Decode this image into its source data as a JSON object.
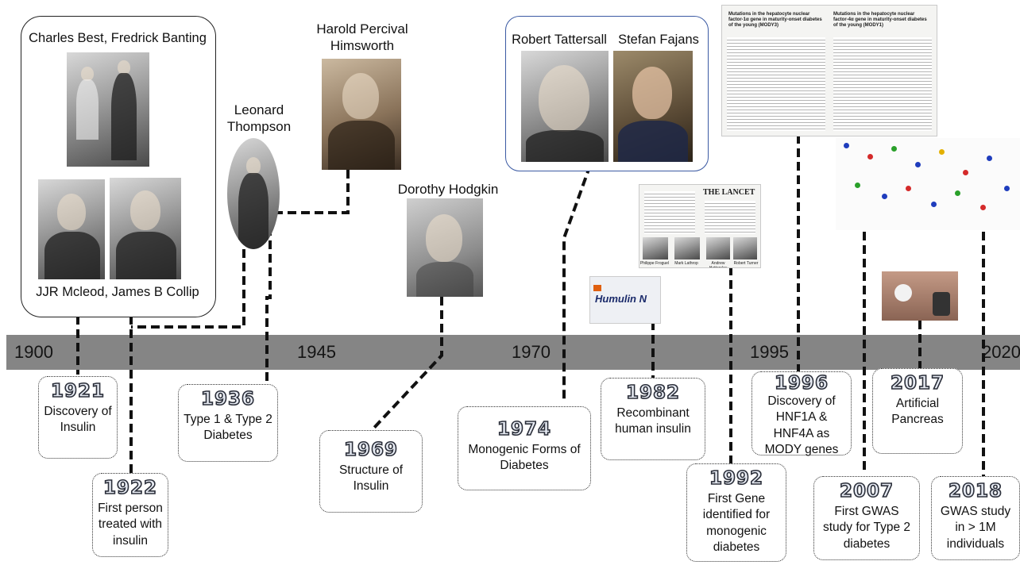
{
  "timeline": {
    "axis_labels": [
      "1900",
      "1945",
      "1970",
      "1995",
      "2020"
    ],
    "events": [
      {
        "year": "1921",
        "text": "Discovery of Insulin"
      },
      {
        "year": "1922",
        "text": "First person treated with insulin"
      },
      {
        "year": "1936",
        "text": "Type 1 & Type 2 Diabetes"
      },
      {
        "year": "1969",
        "text": "Structure of Insulin"
      },
      {
        "year": "1974",
        "text": "Monogenic Forms of Diabetes"
      },
      {
        "year": "1982",
        "text": "Recombinant human insulin"
      },
      {
        "year": "1992",
        "text": "First Gene identified for monogenic diabetes"
      },
      {
        "year": "1996",
        "text": "Discovery of HNF1A & HNF4A as MODY genes"
      },
      {
        "year": "2007",
        "text": "First GWAS study for Type 2 diabetes"
      },
      {
        "year": "2017",
        "text": "Artificial Pancreas"
      },
      {
        "year": "2018",
        "text": "GWAS study in > 1M individuals"
      }
    ]
  },
  "people": {
    "best_banting": "Charles Best, Fredrick Banting",
    "mcleod_collip": "JJR Mcleod, James  B Collip",
    "thompson": "Leonard Thompson",
    "himsworth": "Harold Percival Himsworth",
    "hodgkin": "Dorothy Hodgkin",
    "tattersall": "Robert Tattersall",
    "fajans": "Stefan Fajans"
  },
  "images": {
    "lancet_title": "THE LANCET",
    "lancet_names": [
      "Philippe Froguel",
      "Mark Lathrop",
      "Andrew Hattersley",
      "Robert Turner"
    ],
    "humulin_label": "Humulin N",
    "paper_title_1": "Mutations in the hepatocyte nuclear factor-1α gene in maturity-onset diabetes of the young (MODY3)",
    "paper_title_2": "Mutations in the hepatocyte nuclear factor-4α gene in maturity-onset diabetes of the young (MODY1)"
  },
  "colors": {
    "timeline_bar": "#858585",
    "connector": "#111111",
    "frame_highlight": "#3b5aa3"
  }
}
